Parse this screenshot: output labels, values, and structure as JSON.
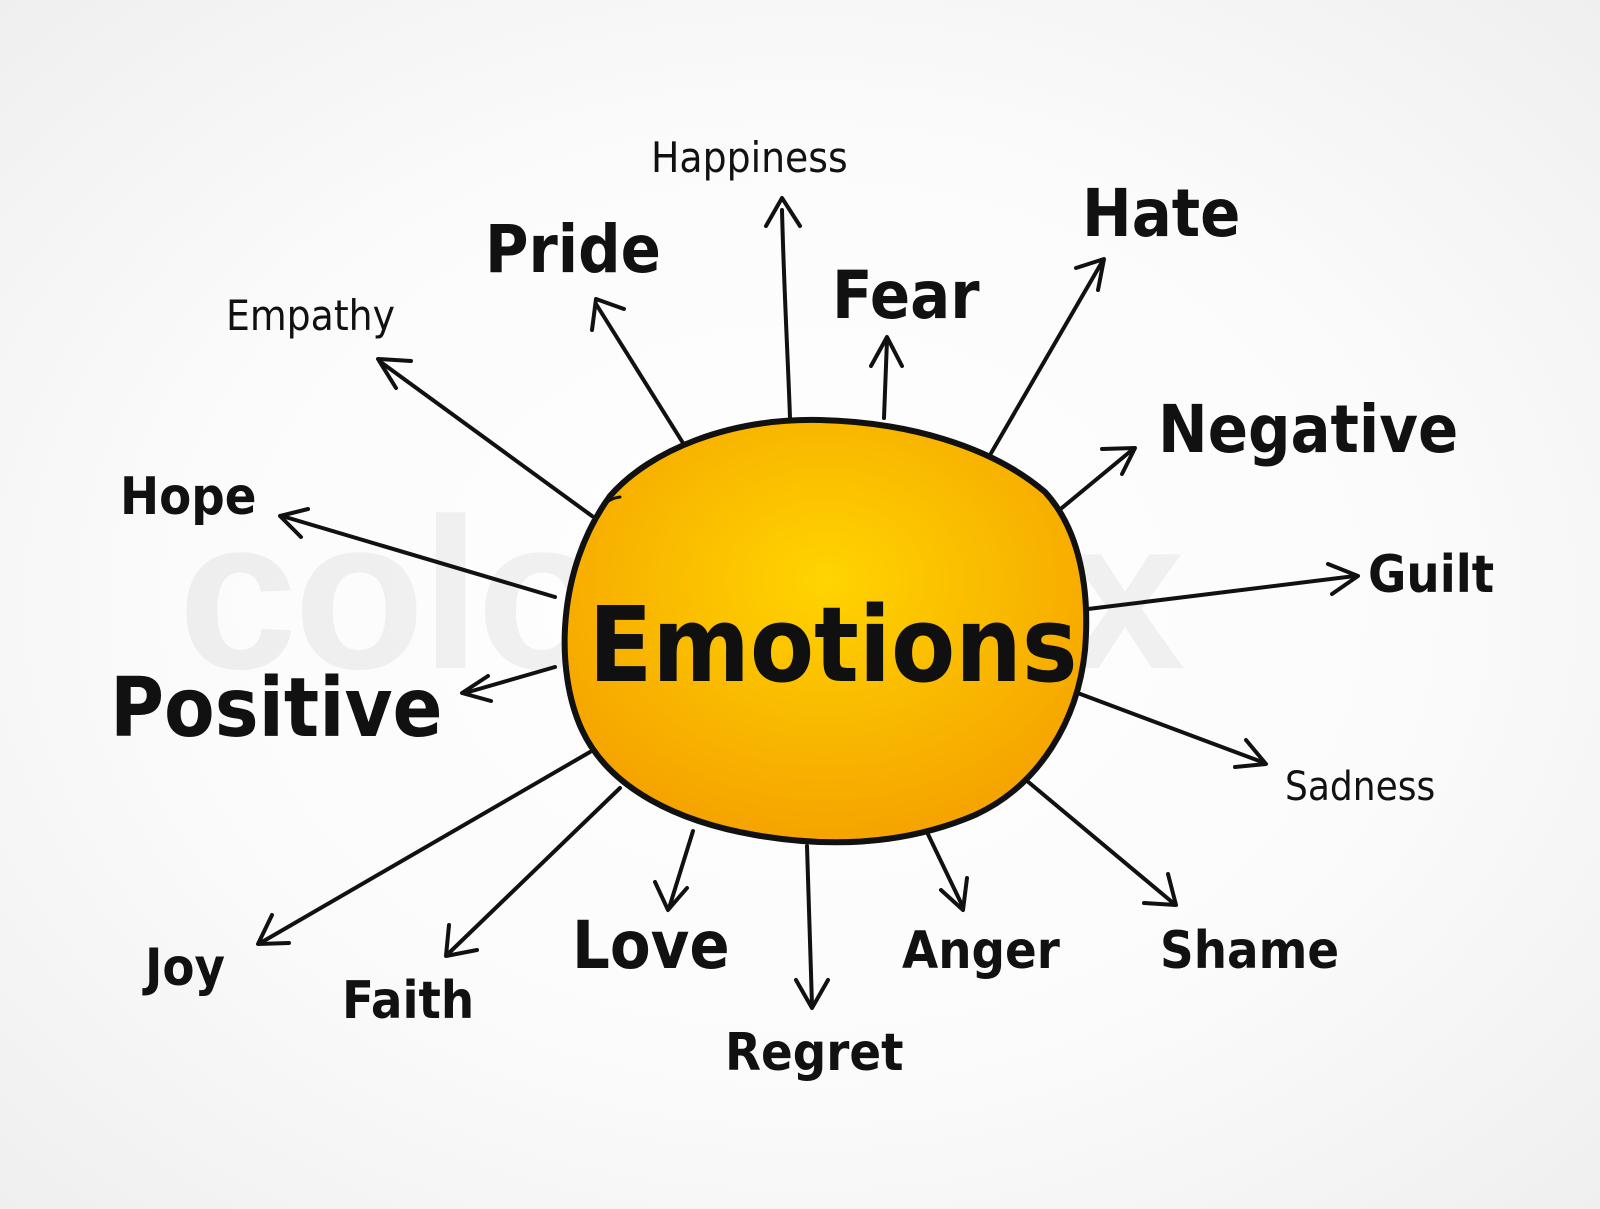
{
  "watermark": "colourbox",
  "center": {
    "label": "Emotions",
    "fill_inner": "#ffd400",
    "fill_outer": "#f5a300",
    "stroke": "#111111"
  },
  "branches": [
    {
      "id": "happiness",
      "label": "Happiness"
    },
    {
      "id": "pride",
      "label": "Pride"
    },
    {
      "id": "fear",
      "label": "Fear"
    },
    {
      "id": "hate",
      "label": "Hate"
    },
    {
      "id": "empathy",
      "label": "Empathy"
    },
    {
      "id": "negative",
      "label": "Negative"
    },
    {
      "id": "hope",
      "label": "Hope"
    },
    {
      "id": "guilt",
      "label": "Guilt"
    },
    {
      "id": "positive",
      "label": "Positive"
    },
    {
      "id": "sadness",
      "label": "Sadness"
    },
    {
      "id": "joy",
      "label": "Joy"
    },
    {
      "id": "faith",
      "label": "Faith"
    },
    {
      "id": "love",
      "label": "Love"
    },
    {
      "id": "anger",
      "label": "Anger"
    },
    {
      "id": "shame",
      "label": "Shame"
    },
    {
      "id": "regret",
      "label": "Regret"
    }
  ]
}
